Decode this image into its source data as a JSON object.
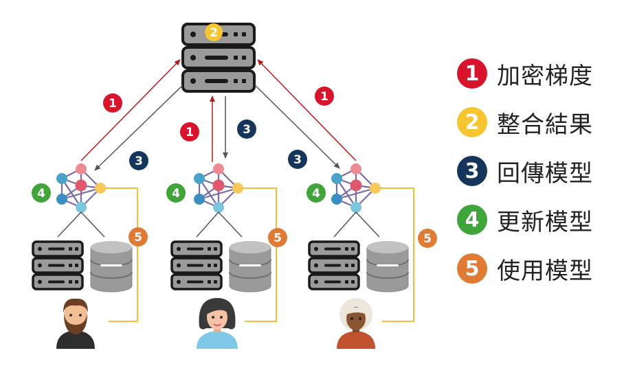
{
  "colors": {
    "step1": "#d8142d",
    "step2": "#f7c530",
    "step3": "#15355a",
    "step4": "#3fa53a",
    "step5": "#e07a35",
    "arrow_up": "#b71c1c",
    "arrow_down": "#555555",
    "data_link": "#f2c037"
  },
  "diagram": {
    "server_badge": "2",
    "arrow_up_badge": "1",
    "arrow_down_badge": "3",
    "update_badge": "4",
    "use_badge": "5"
  },
  "legend": [
    {
      "num": "1",
      "label": "加密梯度",
      "color": "#d8142d"
    },
    {
      "num": "2",
      "label": "整合結果",
      "color": "#f7c530"
    },
    {
      "num": "3",
      "label": "回傳模型",
      "color": "#15355a"
    },
    {
      "num": "4",
      "label": "更新模型",
      "color": "#3fa53a"
    },
    {
      "num": "5",
      "label": "使用模型",
      "color": "#e07a35"
    }
  ],
  "icons": [
    "central-server-icon",
    "neural-network-icon",
    "server-rack-icon",
    "database-icon",
    "person-avatar-icon"
  ]
}
